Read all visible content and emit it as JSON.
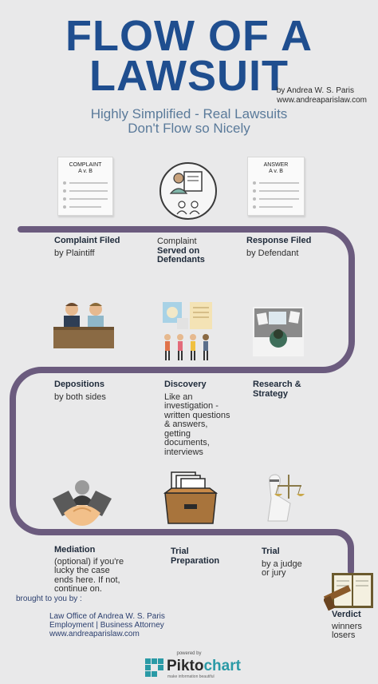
{
  "header": {
    "title_line1": "FLOW OF A",
    "title_line2": "LAWSUIT",
    "byline_author": "by Andrea W. S. Paris",
    "byline_url": "www.andreaparislaw.com",
    "subtitle_line1": "Highly Simplified - Real Lawsuits",
    "subtitle_line2": "Don't Flow so Nicely"
  },
  "docs": {
    "complaint_title": "COMPLAINT",
    "complaint_caption": "A v. B",
    "answer_title": "ANSWER",
    "answer_caption": "A v. B"
  },
  "steps": {
    "complaint_filed_title": "Complaint Filed",
    "complaint_filed_desc": "by Plaintiff",
    "served_line1": "Complaint",
    "served_line2": "Served on",
    "served_line3": "Defendants",
    "response_title": "Response Filed",
    "response_desc": "by Defendant",
    "depositions_title": "Depositions",
    "depositions_desc": "by both sides",
    "discovery_title": "Discovery",
    "discovery_line1": "Like an",
    "discovery_line2": "investigation -",
    "discovery_line3": "written questions",
    "discovery_line4": "& answers,",
    "discovery_line5": "getting",
    "discovery_line6": "documents,",
    "discovery_line7": "interviews",
    "research_line1": "Research &",
    "research_line2": "Strategy",
    "mediation_title": "Mediation",
    "mediation_line1": "(optional) if you're",
    "mediation_line2": "lucky the case",
    "mediation_line3": "ends here.  If not,",
    "mediation_line4": "continue on.",
    "trialprep_line1": "Trial",
    "trialprep_line2": "Preparation",
    "trial_title": "Trial",
    "trial_line1": "by a judge",
    "trial_line2": "or jury",
    "verdict_title": "Verdict",
    "verdict_line1": "winners",
    "verdict_line2": "losers"
  },
  "footer": {
    "brought": "brought to you by :",
    "firm": "Law Office of Andrea W. S. Paris",
    "practice": "Employment | Business Attorney",
    "url": "www.andreaparislaw.com",
    "powered": "powered by",
    "brand_pikto": "Pikto",
    "brand_chart": "chart",
    "tagline": "make information beautiful"
  },
  "colors": {
    "title": "#1f4e8f",
    "path": "#6b5b7e",
    "background": "#e9e9ea"
  }
}
